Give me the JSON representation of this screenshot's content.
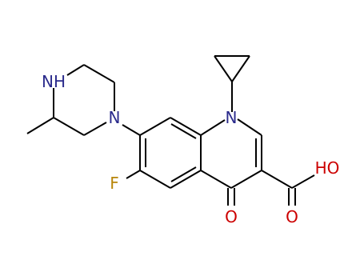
{
  "structure": {
    "atoms": {
      "n1": {
        "symbol": "N",
        "color": "#2b2b8c"
      },
      "f": {
        "symbol": "F",
        "color": "#b8860b"
      },
      "n_pip": {
        "symbol": "N",
        "color": "#2b2b8c"
      },
      "nh": {
        "symbol": "NH",
        "color": "#2b2b8c"
      },
      "o_keto": {
        "symbol": "O",
        "color": "#cc0000"
      },
      "o_acid": {
        "symbol": "O",
        "color": "#cc0000"
      },
      "oh": {
        "symbol": "HO",
        "color": "#cc0000"
      }
    },
    "colors": {
      "bond": "#000000",
      "background": "#ffffff"
    }
  }
}
